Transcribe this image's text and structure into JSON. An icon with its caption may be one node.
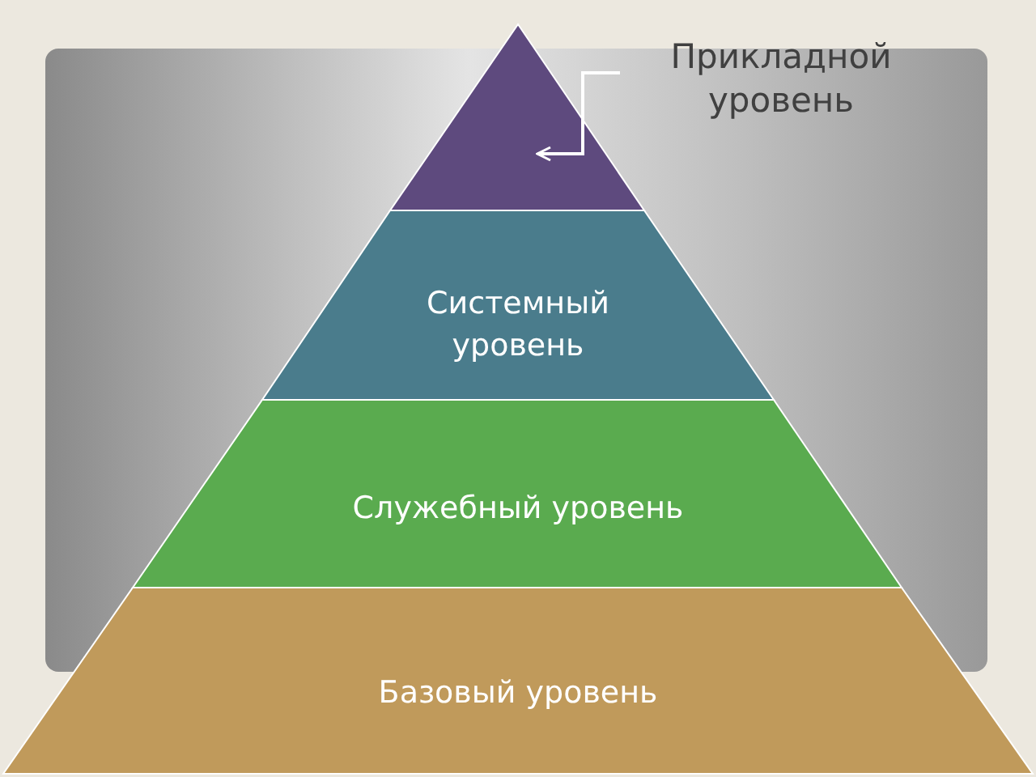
{
  "diagram": {
    "nodes": [
      {
        "text": [
          "Прикладной уровень"
        ]
      },
      {
        "text": [],
        "shape": "triangle"
      },
      {
        "text": [
          "Системный уровень"
        ]
      },
      {
        "text": [
          "Служебный уровень"
        ]
      },
      {
        "text": [
          "Базовый уровень"
        ]
      }
    ],
    "edges": [
      {
        "from": 0,
        "to": 1,
        "arrow": "to"
      }
    ]
  }
}
